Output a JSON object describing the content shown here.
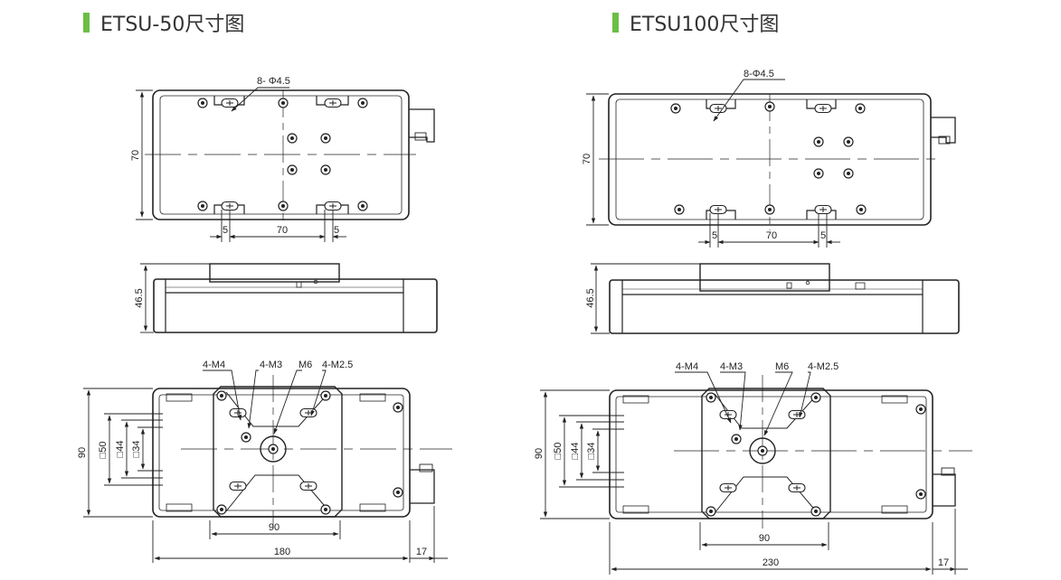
{
  "titles": {
    "left": "ETSU-50尺寸图",
    "right": "ETSU100尺寸图"
  },
  "accent_color": "#6cbe45",
  "left": {
    "top": {
      "holes": "8- Φ4.5",
      "height": "70",
      "gap_a": "5",
      "span": "70",
      "gap_b": "5"
    },
    "side": {
      "height": "46.5"
    },
    "bottom": {
      "callouts": [
        "4-M4",
        "4-M3",
        "M6",
        "4-M2.5"
      ],
      "h90": "90",
      "h50": "□50",
      "h44": "□44",
      "h34": "□34",
      "w90": "90",
      "w180": "180",
      "w17": "17"
    }
  },
  "right": {
    "top": {
      "holes": "8-Φ4.5",
      "height": "70",
      "gap_a": "5",
      "span": "70",
      "gap_b": "5"
    },
    "side": {
      "height": "46.5"
    },
    "bottom": {
      "callouts": [
        "4-M4",
        "4-M3",
        "M6",
        "4-M2.5"
      ],
      "h90": "90",
      "h50": "□50",
      "h44": "□44",
      "h34": "□34",
      "w90": "90",
      "w230": "230",
      "w17": "17"
    }
  }
}
